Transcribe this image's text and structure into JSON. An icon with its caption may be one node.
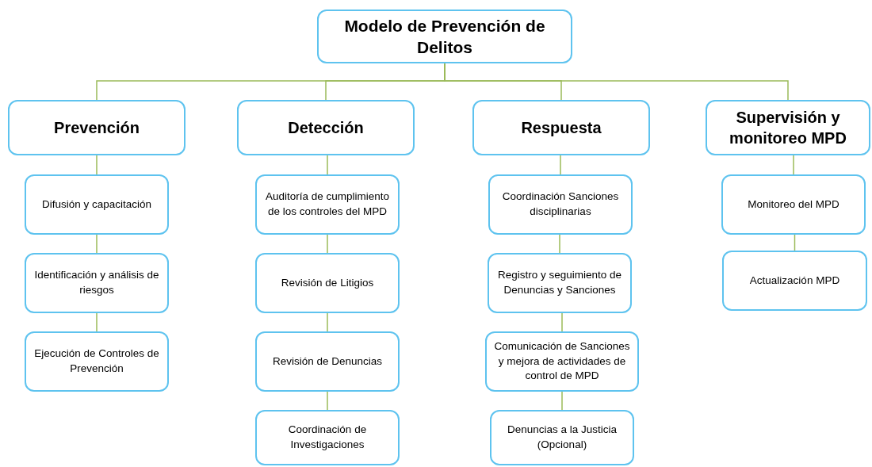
{
  "diagram": {
    "nodes": [
      {
        "text": [
          "Modelo de Prevención de Delitos"
        ]
      },
      {
        "text": [
          "Prevención"
        ]
      },
      {
        "text": [
          "Difusión y capacitación"
        ]
      },
      {
        "text": [
          "Identificación y análisis de riesgos"
        ]
      },
      {
        "text": [
          "Ejecución de Controles de Prevención"
        ]
      },
      {
        "text": [
          "Detección"
        ]
      },
      {
        "text": [
          "Auditoría de cumplimiento de los controles del MPD"
        ]
      },
      {
        "text": [
          "Revisión de Litigios"
        ]
      },
      {
        "text": [
          "Revisión de Denuncias"
        ]
      },
      {
        "text": [
          "Coordinación de Investigaciones"
        ]
      },
      {
        "text": [
          "Respuesta"
        ]
      },
      {
        "text": [
          "Coordinación Sanciones disciplinarias"
        ]
      },
      {
        "text": [
          "Registro y seguimiento de Denuncias y Sanciones"
        ]
      },
      {
        "text": [
          "Comunicación de Sanciones y mejora de actividades de control de MPD"
        ]
      },
      {
        "text": [
          "Denuncias a la Justicia (Opcional)"
        ]
      },
      {
        "text": [
          "Supervisión y monitoreo MPD"
        ]
      },
      {
        "text": [
          "Monitoreo del MPD"
        ]
      },
      {
        "text": [
          "Actualización MPD"
        ]
      }
    ],
    "edges": [
      {
        "from": 0,
        "to": 1,
        "arrow": "none"
      },
      {
        "from": 0,
        "to": 5,
        "arrow": "none"
      },
      {
        "from": 0,
        "to": 10,
        "arrow": "none"
      },
      {
        "from": 0,
        "to": 15,
        "arrow": "none"
      },
      {
        "from": 1,
        "to": 2,
        "arrow": "none"
      },
      {
        "from": 2,
        "to": 3,
        "arrow": "none"
      },
      {
        "from": 3,
        "to": 4,
        "arrow": "none"
      },
      {
        "from": 5,
        "to": 6,
        "arrow": "none"
      },
      {
        "from": 6,
        "to": 7,
        "arrow": "none"
      },
      {
        "from": 7,
        "to": 8,
        "arrow": "none"
      },
      {
        "from": 8,
        "to": 9,
        "arrow": "none"
      },
      {
        "from": 10,
        "to": 11,
        "arrow": "none"
      },
      {
        "from": 11,
        "to": 12,
        "arrow": "none"
      },
      {
        "from": 12,
        "to": 13,
        "arrow": "none"
      },
      {
        "from": 13,
        "to": 14,
        "arrow": "none"
      },
      {
        "from": 15,
        "to": 16,
        "arrow": "none"
      },
      {
        "from": 16,
        "to": 17,
        "arrow": "none"
      }
    ]
  }
}
